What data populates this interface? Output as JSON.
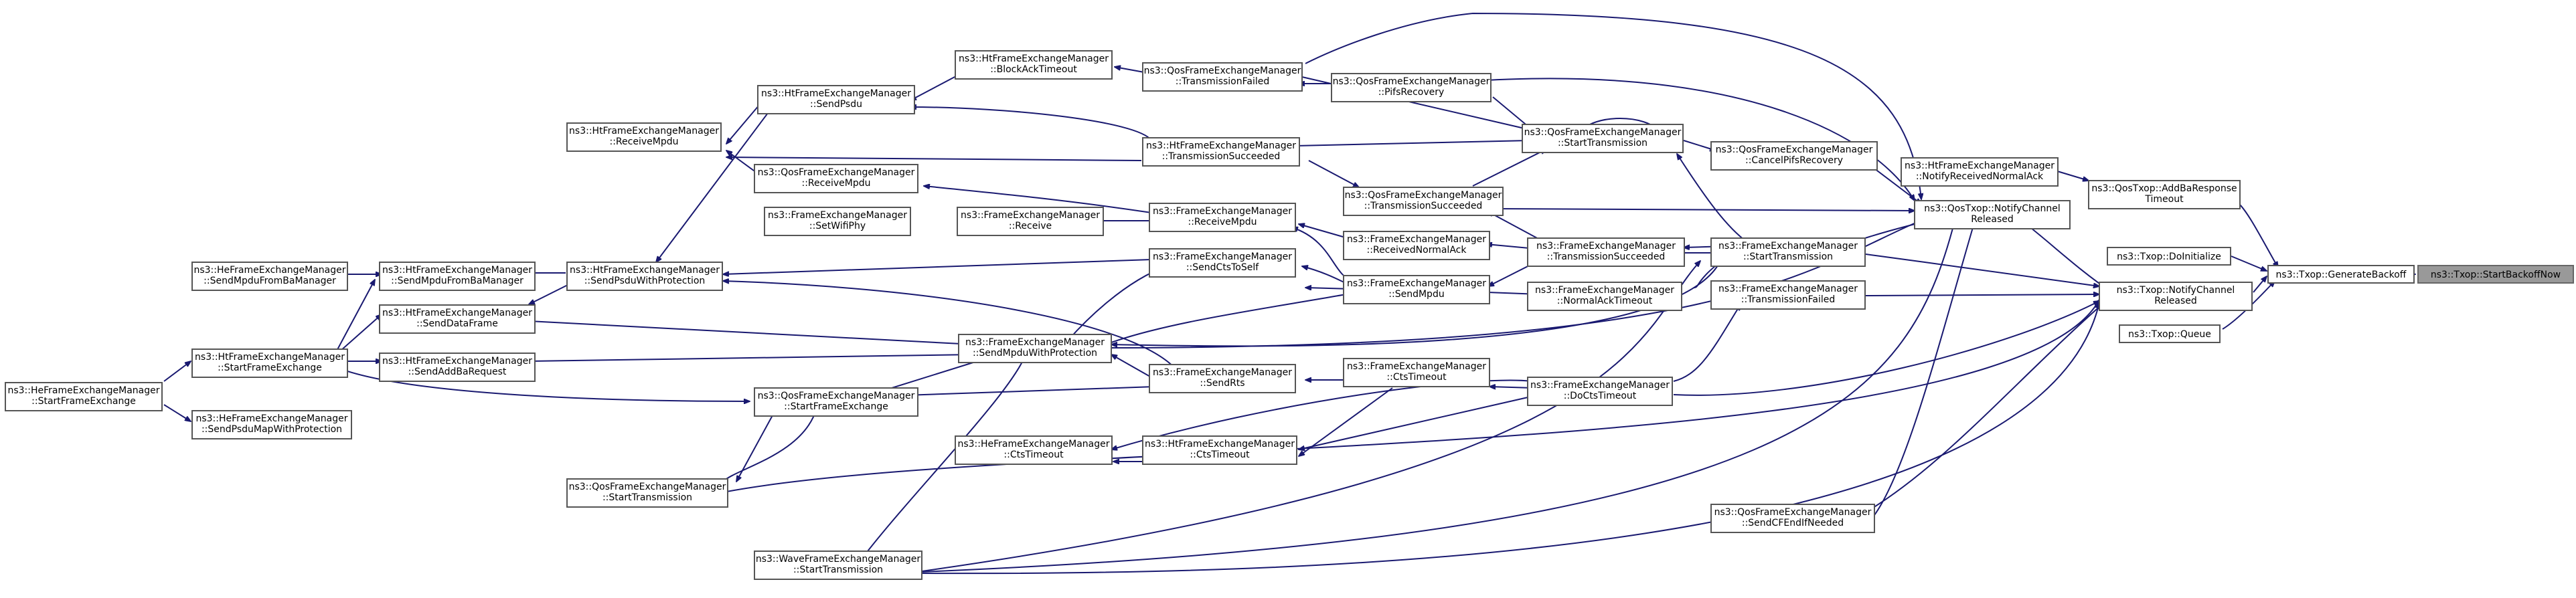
{
  "nodes": [
    {
      "id": "n0",
      "lines": [
        "ns3::Txop::StartBackoffNow"
      ],
      "root": true
    },
    {
      "id": "n1",
      "lines": [
        "ns3::Txop::GenerateBackoff"
      ]
    },
    {
      "id": "n2",
      "lines": [
        "ns3::QosTxop::AddBaResponse",
        "Timeout"
      ]
    },
    {
      "id": "n3",
      "lines": [
        "ns3::Txop::DoInitialize"
      ]
    },
    {
      "id": "n4",
      "lines": [
        "ns3::Txop::NotifyChannel",
        "Released"
      ]
    },
    {
      "id": "n5",
      "lines": [
        "ns3::Txop::Queue"
      ]
    },
    {
      "id": "n6",
      "lines": [
        "ns3::HtFrameExchangeManager",
        "::NotifyReceivedNormalAck"
      ]
    },
    {
      "id": "n7",
      "lines": [
        "ns3::QosTxop::NotifyChannel",
        "Released"
      ]
    },
    {
      "id": "n8",
      "lines": [
        "ns3::FrameExchangeManager",
        "::StartTransmission"
      ]
    },
    {
      "id": "n9",
      "lines": [
        "ns3::FrameExchangeManager",
        "::TransmissionFailed"
      ]
    },
    {
      "id": "n10",
      "lines": [
        "ns3::QosFrameExchangeManager",
        "::CancelPifsRecovery"
      ]
    },
    {
      "id": "n11",
      "lines": [
        "ns3::QosFrameExchangeManager",
        "::StartTransmission"
      ]
    },
    {
      "id": "n12",
      "lines": [
        "ns3::FrameExchangeManager",
        "::TransmissionSucceeded"
      ]
    },
    {
      "id": "n13",
      "lines": [
        "ns3::FrameExchangeManager",
        "::NormalAckTimeout"
      ]
    },
    {
      "id": "n14",
      "lines": [
        "ns3::FrameExchangeManager",
        "::DoCtsTimeout"
      ]
    },
    {
      "id": "n15",
      "lines": [
        "ns3::QosFrameExchangeManager",
        "::SendCFEndIfNeeded"
      ]
    },
    {
      "id": "n16",
      "lines": [
        "ns3::QosFrameExchangeManager",
        "::TransmissionFailed"
      ]
    },
    {
      "id": "n17",
      "lines": [
        "ns3::QosFrameExchangeManager",
        "::PifsRecovery"
      ]
    },
    {
      "id": "n18",
      "lines": [
        "ns3::QosFrameExchangeManager",
        "::TransmissionSucceeded"
      ]
    },
    {
      "id": "n19",
      "lines": [
        "ns3::FrameExchangeManager",
        "::ReceivedNormalAck"
      ]
    },
    {
      "id": "n20",
      "lines": [
        "ns3::FrameExchangeManager",
        "::SendMpdu"
      ]
    },
    {
      "id": "n21",
      "lines": [
        "ns3::FrameExchangeManager",
        "::CtsTimeout"
      ]
    },
    {
      "id": "n22",
      "lines": [
        "ns3::HtFrameExchangeManager",
        "::CtsTimeout"
      ]
    },
    {
      "id": "n23",
      "lines": [
        "ns3::HtFrameExchangeManager",
        "::BlockAckTimeout"
      ]
    },
    {
      "id": "n24",
      "lines": [
        "ns3::HtFrameExchangeManager",
        "::TransmissionSucceeded"
      ]
    },
    {
      "id": "n25",
      "lines": [
        "ns3::FrameExchangeManager",
        "::ReceiveMpdu"
      ]
    },
    {
      "id": "n26",
      "lines": [
        "ns3::FrameExchangeManager",
        "::SendCtsToSelf"
      ]
    },
    {
      "id": "n27",
      "lines": [
        "ns3::FrameExchangeManager",
        "::SendMpduWithProtection"
      ]
    },
    {
      "id": "n28",
      "lines": [
        "ns3::FrameExchangeManager",
        "::SendRts"
      ]
    },
    {
      "id": "n29",
      "lines": [
        "ns3::HeFrameExchangeManager",
        "::CtsTimeout"
      ]
    },
    {
      "id": "n30",
      "lines": [
        "ns3::HtFrameExchangeManager",
        "::SendPsdu"
      ]
    },
    {
      "id": "n31",
      "lines": [
        "ns3::QosFrameExchangeManager",
        "::ReceiveMpdu"
      ]
    },
    {
      "id": "n32",
      "lines": [
        "ns3::FrameExchangeManager",
        "::SetWifiPhy"
      ]
    },
    {
      "id": "n33",
      "lines": [
        "ns3::FrameExchangeManager",
        "::Receive"
      ]
    },
    {
      "id": "n34",
      "lines": [
        "ns3::QosFrameExchangeManager",
        "::StartFrameExchange"
      ]
    },
    {
      "id": "n35",
      "lines": [
        "ns3::WaveFrameExchangeManager",
        "::StartTransmission"
      ]
    },
    {
      "id": "n36",
      "lines": [
        "ns3::HtFrameExchangeManager",
        "::ReceiveMpdu"
      ]
    },
    {
      "id": "n37",
      "lines": [
        "ns3::HtFrameExchangeManager",
        "::SendPsduWithProtection"
      ]
    },
    {
      "id": "n38",
      "lines": [
        "ns3::QosFrameExchangeManager",
        "::StartTransmission"
      ]
    },
    {
      "id": "n39",
      "lines": [
        "ns3::HtFrameExchangeManager",
        "::SendMpduFromBaManager"
      ]
    },
    {
      "id": "n40",
      "lines": [
        "ns3::HtFrameExchangeManager",
        "::SendDataFrame"
      ]
    },
    {
      "id": "n41",
      "lines": [
        "ns3::HtFrameExchangeManager",
        "::SendAddBaRequest"
      ]
    },
    {
      "id": "n42",
      "lines": [
        "ns3::HeFrameExchangeManager",
        "::SendMpduFromBaManager"
      ]
    },
    {
      "id": "n43",
      "lines": [
        "ns3::HtFrameExchangeManager",
        "::StartFrameExchange"
      ]
    },
    {
      "id": "n44",
      "lines": [
        "ns3::HeFrameExchangeManager",
        "::SendPsduMapWithProtection"
      ]
    },
    {
      "id": "n45",
      "lines": [
        "ns3::HeFrameExchangeManager",
        "::StartFrameExchange"
      ]
    }
  ]
}
